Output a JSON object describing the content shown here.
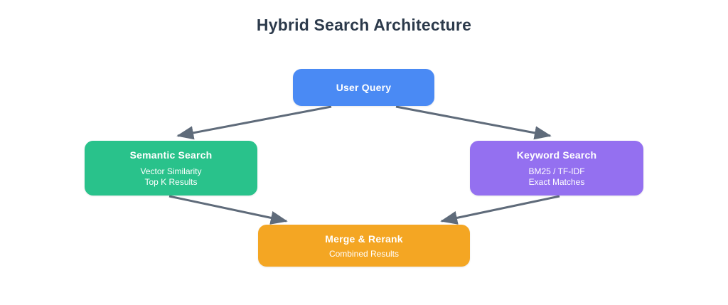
{
  "diagram": {
    "title": "Hybrid Search Architecture",
    "type": "flowchart",
    "background": "#ffffff",
    "title_color": "#2c3a4b",
    "edge_color": "#5f6b7a",
    "nodes": [
      {
        "id": "user-query",
        "title": "User Query",
        "subtitle_lines": [],
        "color": "#4a8af4"
      },
      {
        "id": "semantic-search",
        "title": "Semantic Search",
        "subtitle_lines": [
          "Vector Similarity",
          "Top K Results"
        ],
        "color": "#29c28b"
      },
      {
        "id": "keyword-search",
        "title": "Keyword Search",
        "subtitle_lines": [
          "BM25 / TF-IDF",
          "Exact Matches"
        ],
        "color": "#9470f0"
      },
      {
        "id": "merge-rerank",
        "title": "Merge & Rerank",
        "subtitle_lines": [
          "Combined Results"
        ],
        "color": "#f4a623"
      }
    ],
    "edges": [
      {
        "from": "user-query",
        "to": "semantic-search",
        "label": ""
      },
      {
        "from": "user-query",
        "to": "keyword-search",
        "label": ""
      },
      {
        "from": "semantic-search",
        "to": "merge-rerank",
        "label": ""
      },
      {
        "from": "keyword-search",
        "to": "merge-rerank",
        "label": ""
      }
    ]
  }
}
